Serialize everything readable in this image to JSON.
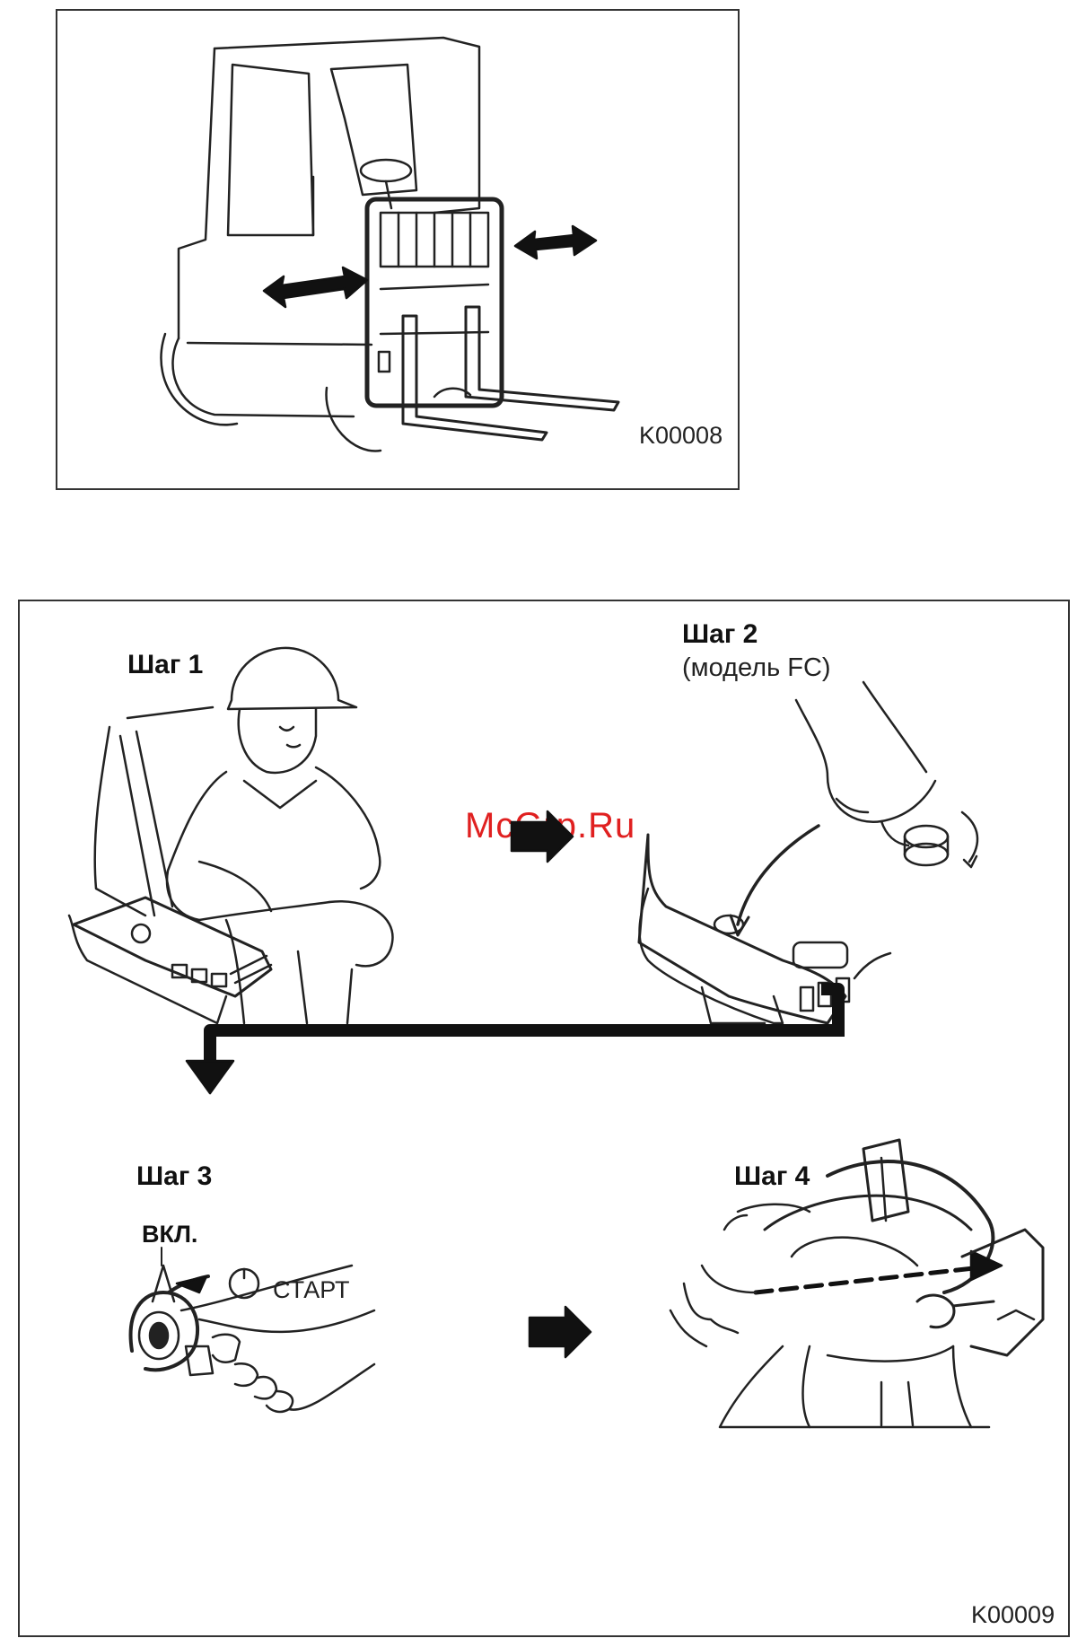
{
  "figure1": {
    "code": "K00008"
  },
  "figure2": {
    "code": "K00009",
    "watermark": "McGrp.Ru",
    "step1": {
      "title": "Шаг 1"
    },
    "step2": {
      "title": "Шаг 2",
      "subtitle": "(модель FC)"
    },
    "step3": {
      "title": "Шаг 3",
      "on_label": "ВКЛ.",
      "start_label": "СТАРТ"
    },
    "step4": {
      "title": "Шаг 4"
    }
  }
}
